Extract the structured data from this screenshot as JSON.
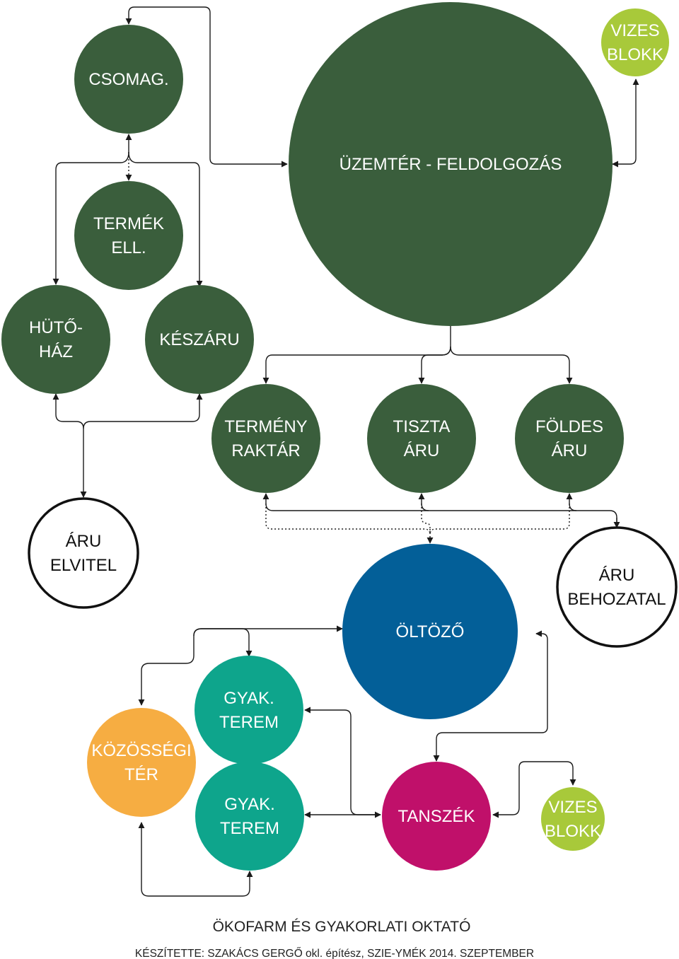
{
  "nodes": [
    {
      "id": "csomag",
      "lines": [
        "CSOMAG."
      ],
      "style": "dark"
    },
    {
      "id": "uzemter",
      "lines": [
        "ÜZEMTÉR - FELDOLGOZÁS"
      ],
      "style": "dark"
    },
    {
      "id": "vizes-blokk-top",
      "lines": [
        "VIZES",
        "BLOKK"
      ],
      "style": "lime"
    },
    {
      "id": "termek-ell",
      "lines": [
        "TERMÉK",
        "ELL."
      ],
      "style": "dark"
    },
    {
      "id": "hutohaz",
      "lines": [
        "HÜTŐ-",
        "HÁZ"
      ],
      "style": "dark"
    },
    {
      "id": "keszaru",
      "lines": [
        "KÉSZÁRU"
      ],
      "style": "dark"
    },
    {
      "id": "termeny-raktar",
      "lines": [
        "TERMÉNY",
        "RAKTÁR"
      ],
      "style": "dark"
    },
    {
      "id": "tiszta-aru",
      "lines": [
        "TISZTA",
        "ÁRU"
      ],
      "style": "dark"
    },
    {
      "id": "foldes-aru",
      "lines": [
        "FÖLDES",
        "ÁRU"
      ],
      "style": "dark"
    },
    {
      "id": "aru-elvitel",
      "lines": [
        "ÁRU",
        "ELVITEL"
      ],
      "style": "outline"
    },
    {
      "id": "oltozo",
      "lines": [
        "ÖLTÖZŐ"
      ],
      "style": "blue"
    },
    {
      "id": "aru-behozatal",
      "lines": [
        "ÁRU",
        "BEHOZATAL"
      ],
      "style": "outline"
    },
    {
      "id": "gyak-terem-1",
      "lines": [
        "GYAK.",
        "TEREM"
      ],
      "style": "teal"
    },
    {
      "id": "kozossegi-ter",
      "lines": [
        "KÖZÖSSÉGI",
        "TÉR"
      ],
      "style": "orange"
    },
    {
      "id": "gyak-terem-2",
      "lines": [
        "GYAK.",
        "TEREM"
      ],
      "style": "teal"
    },
    {
      "id": "tanszek",
      "lines": [
        "TANSZÉK"
      ],
      "style": "magenta"
    },
    {
      "id": "vizes-blokk-bottom",
      "lines": [
        "VIZES",
        "BLOKK"
      ],
      "style": "lime"
    }
  ],
  "colors": {
    "dark": "#3a5e3c",
    "lime": "#a8c93a",
    "blue": "#035f98",
    "teal": "#0ea58c",
    "orange": "#f6ad42",
    "magenta": "#c0106a",
    "outline": "#ffffff"
  },
  "footer": {
    "title": "ÖKOFARM ÉS GYAKORLATI OKTATÓ",
    "credit": "KÉSZÍTETTE: SZAKÁCS GERGŐ okl. építész, SZIE-YMÉK  2014. SZEPTEMBER"
  }
}
